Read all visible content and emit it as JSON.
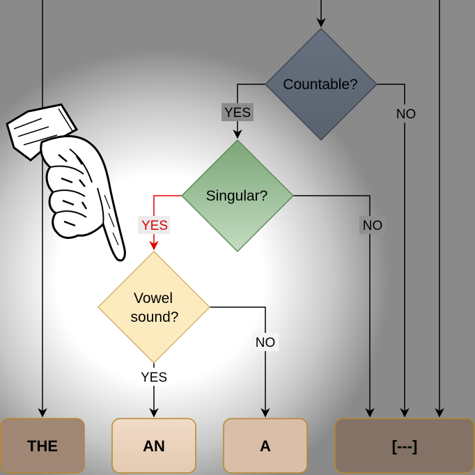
{
  "decisions": {
    "countable": {
      "text": "Countable?",
      "fill": "#5f6b7a",
      "stroke": "#3e4652"
    },
    "singular": {
      "text": "Singular?",
      "fill": "#9cc19a",
      "stroke": "#5b8a57"
    },
    "vowel": {
      "line1": "Vowel",
      "line2": "sound?",
      "fill": "#fdebc0",
      "stroke": "#d3b36a"
    }
  },
  "edge_labels": {
    "countable_yes": "YES",
    "countable_no": "NO",
    "singular_yes": "YES",
    "singular_no": "NO",
    "vowel_yes": "YES",
    "vowel_no": "NO"
  },
  "outcomes": {
    "the": "THE",
    "an": "AN",
    "a": "A",
    "none": "[---]"
  },
  "colors": {
    "highlight": "#e00000",
    "line": "#000000",
    "outcome_stroke": "#b8862a"
  },
  "pointer_icon": "pointing-hand-icon"
}
